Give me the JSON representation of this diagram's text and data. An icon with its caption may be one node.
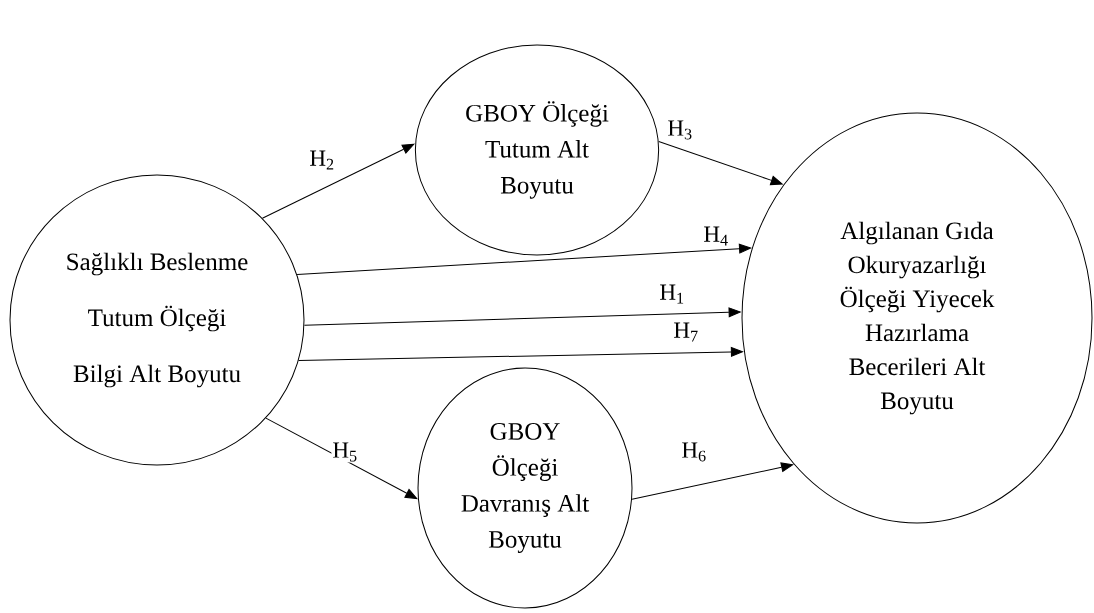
{
  "diagram": {
    "nodes": [
      {
        "text": [
          "Sağlıklı Beslenme",
          "Tutum Ölçeği",
          "Bilgi Alt Boyutu"
        ]
      },
      {
        "text": [
          "GBOY Ölçeği Tutum Alt Boyutu"
        ]
      },
      {
        "text": [
          "GBOY Ölçeği Davranış Alt Boyutu"
        ]
      },
      {
        "text": [
          "Algılanan Gıda Okuryazarlığı Ölçeği Yiyecek Hazırlama Becerileri Alt Boyutu"
        ]
      }
    ],
    "edges": [
      {
        "from": 0,
        "to": 1,
        "arrow": "to",
        "label": "H$_{2}$"
      },
      {
        "from": 1,
        "to": 3,
        "arrow": "to",
        "label": "H$_{3}$"
      },
      {
        "from": 0,
        "to": 3,
        "arrow": "to",
        "label": "H$_{4}$"
      },
      {
        "from": 0,
        "to": 3,
        "arrow": "to",
        "label": "H$_{1}$"
      },
      {
        "from": 0,
        "to": 3,
        "arrow": "to",
        "label": "H$_{7}$"
      },
      {
        "from": 0,
        "to": 2,
        "arrow": "to",
        "label": "H$_{5}$"
      },
      {
        "from": 2,
        "to": 3,
        "arrow": "to",
        "label": "H$_{6}$"
      }
    ]
  }
}
